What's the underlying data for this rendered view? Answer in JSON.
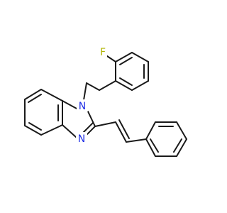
{
  "molecule": {
    "atoms": {
      "F": {
        "text": "F",
        "color": "#b0b400"
      },
      "N1": {
        "text": "N",
        "color": "#1f2ee6"
      },
      "N3": {
        "text": "N",
        "color": "#1f2ee6"
      }
    },
    "bond_color": "#1a1a1a",
    "background": "#ffffff"
  }
}
